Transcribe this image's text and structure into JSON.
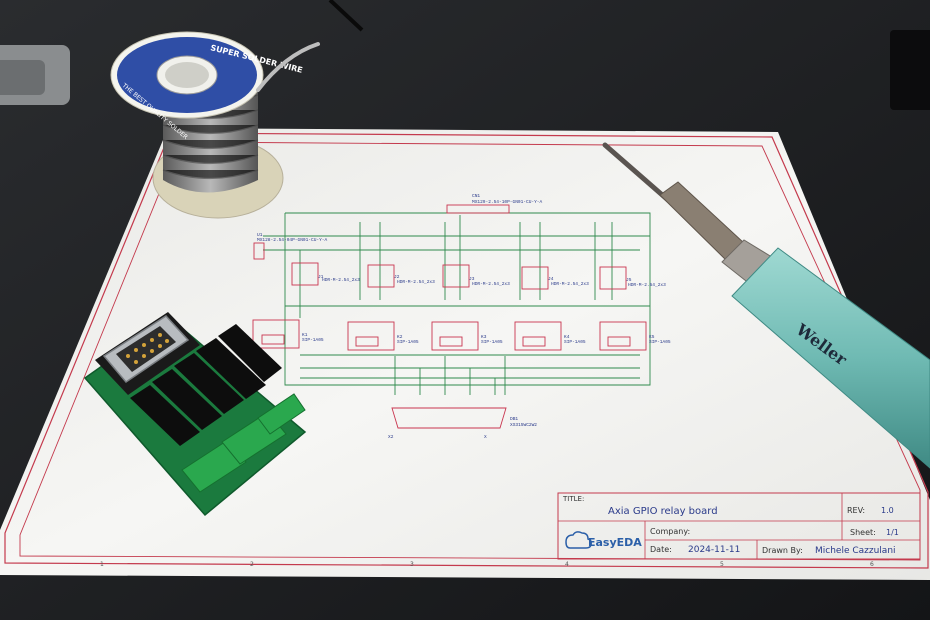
{
  "schematic": {
    "connectors": {
      "top_ref": "CN1",
      "top_part": "MX129-2.54-10P-GN01-CU-Y-A",
      "left_ref": "U1",
      "left_part": "MX128-2.54-04P-GN01-CU-Y-A",
      "dsub_ref": "DB1",
      "dsub_part": "XS315WC2W2",
      "dsub_pin": "X2",
      "dsub_pin_bottom": "X"
    },
    "headers": [
      {
        "ref": "J1",
        "part": "HDR-M-2.54_2x3"
      },
      {
        "ref": "J2",
        "part": "HDR-M-2.54_2x3"
      },
      {
        "ref": "J3",
        "part": "HDR-M-2.54_2x3"
      },
      {
        "ref": "J4",
        "part": "HDR-M-2.54_2x3"
      },
      {
        "ref": "J5",
        "part": "HDR-M-2.54_2x3"
      }
    ],
    "relays": [
      {
        "ref": "K1",
        "part": "SIP-1A05"
      },
      {
        "ref": "K2",
        "part": "SIP-1A05"
      },
      {
        "ref": "K3",
        "part": "SIP-1A05"
      },
      {
        "ref": "K4",
        "part": "SIP-1A05"
      },
      {
        "ref": "K5",
        "part": "SIP-1A05"
      }
    ]
  },
  "title_block": {
    "title_label": "TITLE:",
    "title": "Axia GPIO relay board",
    "rev_label": "REV:",
    "rev": "1.0",
    "company_label": "Company:",
    "company": "",
    "sheet_label": "Sheet:",
    "sheet": "1/1",
    "date_label": "Date:",
    "date": "2024-11-11",
    "drawn_label": "Drawn By:",
    "drawn_by": "Michele Cazzulani",
    "logo": "EasyEDA"
  },
  "border_numbers": [
    "1",
    "2",
    "3",
    "4",
    "5",
    "6"
  ],
  "solder_spool": {
    "brand": "SUPER SOLDER WIRE",
    "tagline": "THE BEST QUALITY SOLDER"
  },
  "iron": {
    "brand": "Weller"
  },
  "colors": {
    "desk": "#1c1d1f",
    "paper": "#f4f4f2",
    "border": "#c43a4d",
    "wire": "#2f8a4d",
    "component": "#c9354f",
    "ink_text": "#2a3a8a",
    "pcb": "#1b7a3e",
    "terminal": "#2aa84e",
    "iron_handle": "#6fbab3"
  }
}
